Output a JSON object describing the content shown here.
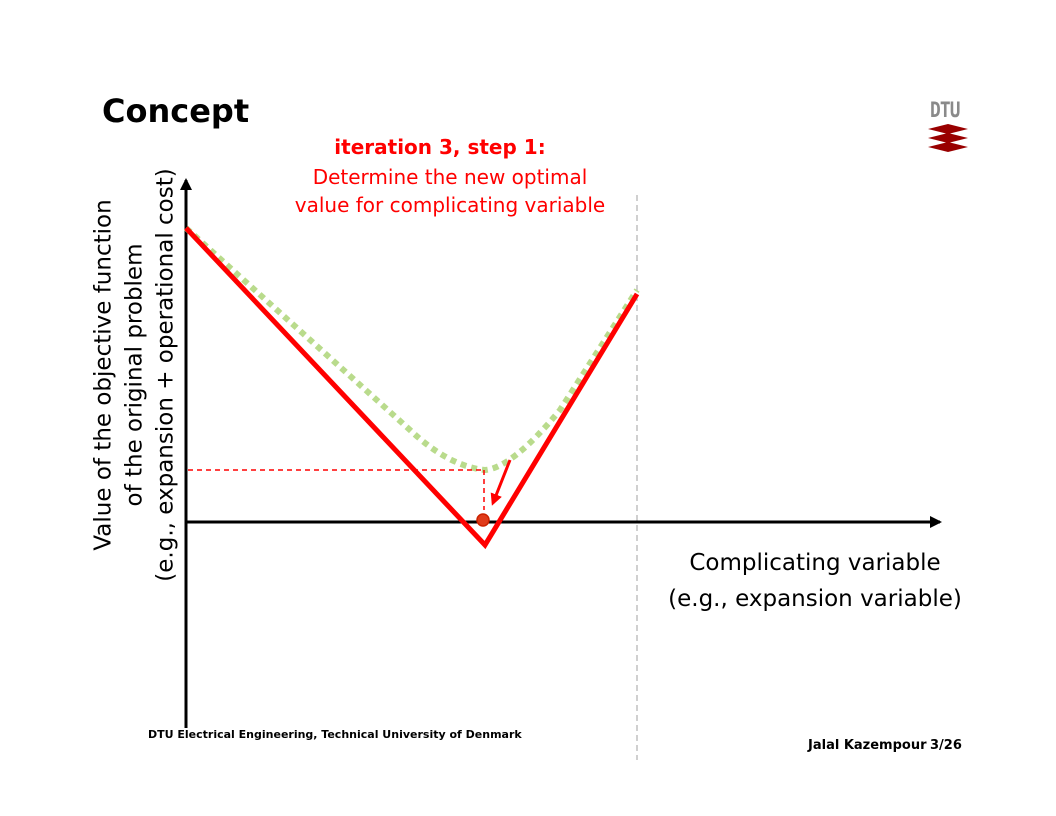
{
  "slide": {
    "title": "Concept",
    "annotation_bold": "iteration 3, step 1:",
    "annotation_lines": [
      "Determine the new optimal",
      "value for complicating variable"
    ],
    "y_axis_label_lines": [
      "Value of the objective function",
      "of the original problem",
      "(e.g., expansion + operational cost)"
    ],
    "x_axis_label_lines": [
      "Complicating variable",
      "(e.g., expansion variable)"
    ]
  },
  "logo": {
    "text": "DTU",
    "icon": "dtu-wave-logo"
  },
  "footer": {
    "institution": "DTU Electrical Engineering, Technical University of Denmark",
    "author": "Jalal Kazempour",
    "page": "3/26"
  },
  "colors": {
    "accent": "#ff0000",
    "true_curve": "#b9db8c",
    "logo_red": "#990000",
    "logo_text": "#8a8a8a",
    "boundary": "#b0b0b0"
  }
}
